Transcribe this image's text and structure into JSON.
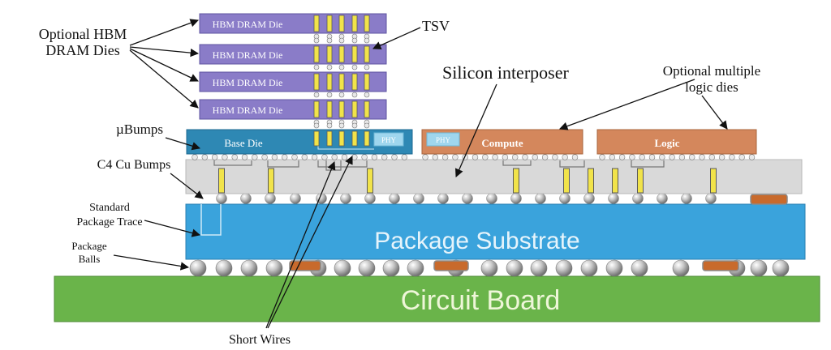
{
  "labels": {
    "hbm_dies_line1": "Optional HBM",
    "hbm_dies_line2": "DRAM Dies",
    "tsv": "TSV",
    "silicon_interposer": "Silicon interposer",
    "logic_dies_line1": "Optional multiple",
    "logic_dies_line2": "logic dies",
    "micro_bumps": "µBumps",
    "c4_bumps": "C4 Cu Bumps",
    "trace_line1": "Standard",
    "trace_line2": "Package Trace",
    "balls_line1": "Package",
    "balls_line2": "Balls",
    "short_wires": "Short Wires"
  },
  "dies": {
    "hbm": [
      "HBM DRAM Die",
      "HBM DRAM Die",
      "HBM DRAM Die",
      "HBM DRAM Die"
    ],
    "base": "Base Die",
    "phy_left": "PHY",
    "phy_right": "PHY",
    "compute": "Compute",
    "logic": "Logic"
  },
  "layers": {
    "substrate": "Package Substrate",
    "board": "Circuit Board"
  },
  "colors": {
    "hbm": "#8a7cc8",
    "base_die": "#2e88b4",
    "phy": "#9fd6ee",
    "logic_die": "#d4875c",
    "interposer": "#d9d9d9",
    "substrate": "#3aa3dc",
    "board": "#6ab44a",
    "tsv": "#f1e34a",
    "pad": "#c86a2c"
  }
}
